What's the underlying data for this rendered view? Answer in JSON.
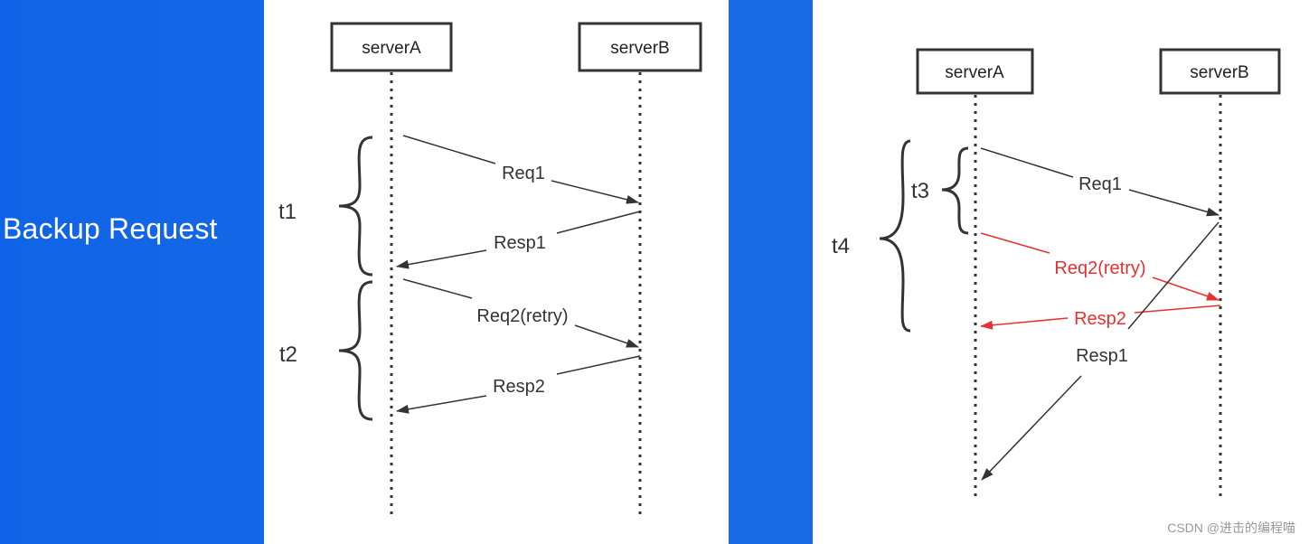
{
  "slide": {
    "title": "Backup Request",
    "watermark": "CSDN @进击的编程喵"
  },
  "diagram_left": {
    "participants": [
      "serverA",
      "serverB"
    ],
    "messages": [
      {
        "label": "Req1",
        "from": "serverA",
        "to": "serverB"
      },
      {
        "label": "Resp1",
        "from": "serverB",
        "to": "serverA"
      },
      {
        "label": "Req2(retry)",
        "from": "serverA",
        "to": "serverB"
      },
      {
        "label": "Resp2",
        "from": "serverB",
        "to": "serverA"
      }
    ],
    "intervals": [
      "t1",
      "t2"
    ]
  },
  "diagram_right": {
    "participants": [
      "serverA",
      "serverB"
    ],
    "messages": [
      {
        "label": "Req1",
        "from": "serverA",
        "to": "serverB",
        "color": "#333333"
      },
      {
        "label": "Req2(retry)",
        "from": "serverA",
        "to": "serverB",
        "color": "#e83030"
      },
      {
        "label": "Resp2",
        "from": "serverB",
        "to": "serverA",
        "color": "#e83030"
      },
      {
        "label": "Resp1",
        "from": "serverB",
        "to": "serverA",
        "color": "#333333"
      }
    ],
    "intervals": [
      "t3",
      "t4"
    ]
  },
  "colors": {
    "background": "#1565e0",
    "panel": "#ffffff",
    "line": "#333333",
    "retry": "#e83030"
  }
}
